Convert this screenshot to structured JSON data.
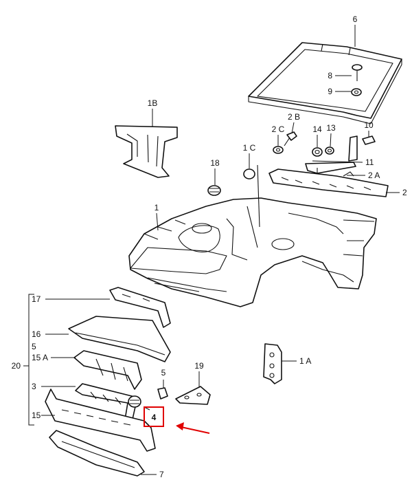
{
  "labels": {
    "p6": "6",
    "p8": "8",
    "p9": "9",
    "p1b": "1B",
    "p2b": "2 B",
    "p2c": "2 C",
    "p14": "14",
    "p13": "13",
    "p10": "10",
    "p11": "11",
    "p2a": "2 A",
    "p1c": "1 C",
    "p18": "18",
    "p2": "2",
    "p1": "1",
    "p17": "17",
    "p16": "16",
    "p5_left": "5",
    "p15a": "15 A",
    "p20": "20",
    "p3": "3",
    "p15": "15",
    "p5": "5",
    "p4": "4",
    "p19": "19",
    "p1a": "1 A",
    "p7": "7"
  },
  "colors": {
    "line": "#111111",
    "highlight": "#e00000"
  },
  "highlight": {
    "target": "p4",
    "arrow": "red-arrow-pointing-left"
  }
}
